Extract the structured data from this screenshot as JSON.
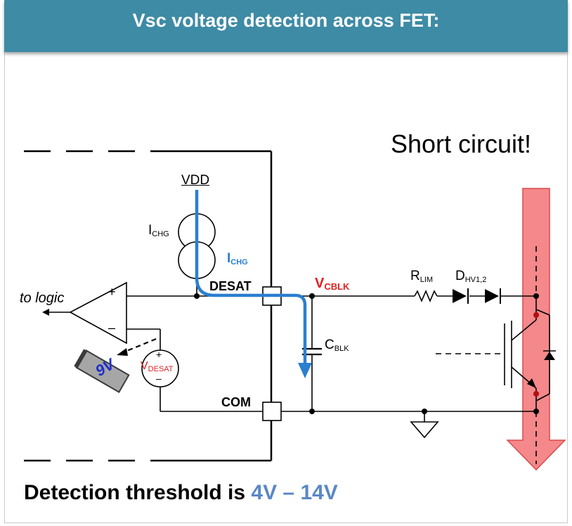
{
  "header": {
    "title": "Vsc voltage detection across FET:"
  },
  "callout": {
    "text": "Short circuit!"
  },
  "footer": {
    "prefix": "Detection threshold is ",
    "range": "4V – 14V"
  },
  "labels": {
    "vdd": "VDD",
    "ichg_main": "I",
    "ichg_sub": "CHG",
    "ichg_flow_main": "I",
    "ichg_flow_sub": "CHG",
    "desat": "DESAT",
    "com": "COM",
    "vcblk_main": "V",
    "vcblk_sub": "CBLK",
    "rlim_main": "R",
    "rlim_sub": "LIM",
    "dhv_main": "D",
    "dhv_sub": "HV1,2",
    "cblk_main": "C",
    "cblk_sub": "BLK",
    "to_logic": "to logic",
    "vdesat_main": "V",
    "vdesat_sub": "DESAT",
    "badge": "9V",
    "plus": "+",
    "minus": "–"
  },
  "colors": {
    "header_bg": "#3e8ba5",
    "current_path": "#2a7fd0",
    "short_arrow": "#f4888a",
    "highlight_red": "#e02020",
    "threshold_blue": "#5a87c6"
  },
  "icons": {
    "current_source": "double-circle-current-source-icon",
    "comparator": "op-amp-triangle-icon",
    "resistor": "resistor-zigzag-icon",
    "diode": "diode-icon",
    "capacitor": "capacitor-icon",
    "ground": "ground-icon",
    "igbt": "igbt-transistor-icon"
  }
}
